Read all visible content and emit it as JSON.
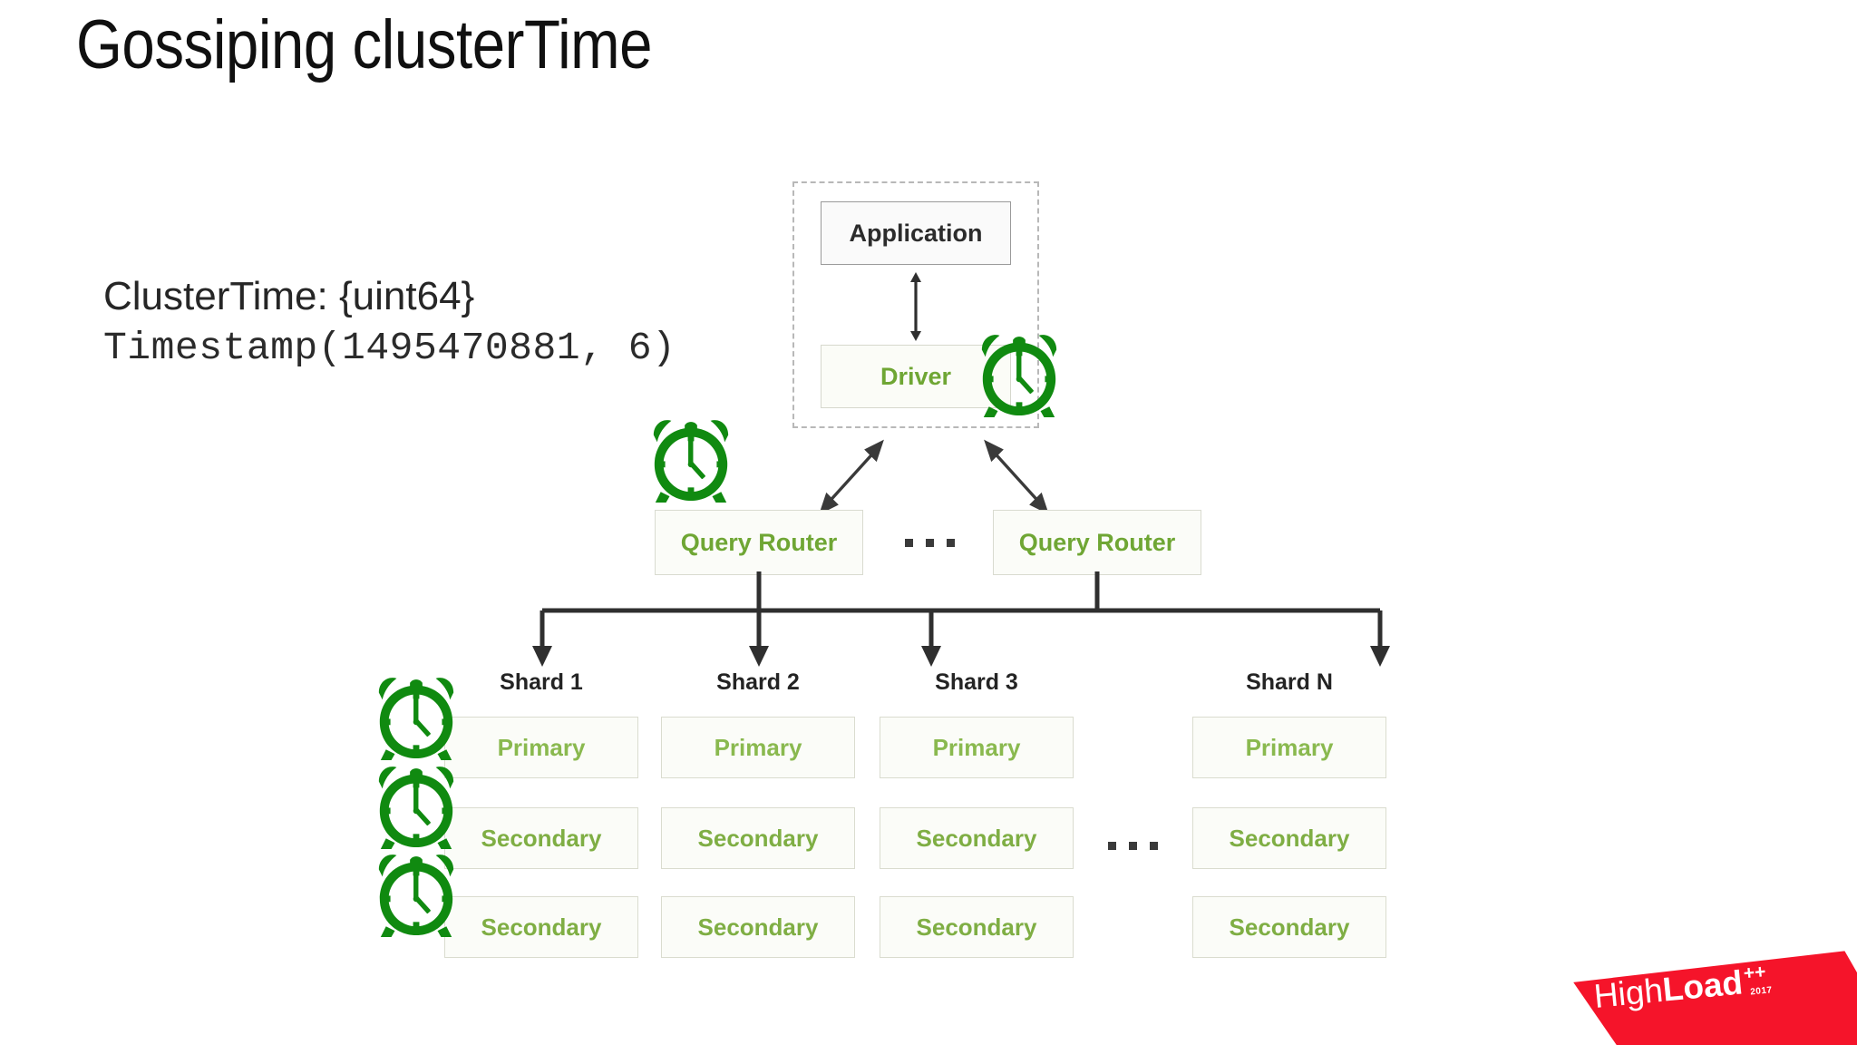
{
  "slide": {
    "title": "Gossiping clusterTime"
  },
  "caption": {
    "line1": "ClusterTime: {uint64}",
    "line2": "Timestamp(1495470881, 6)"
  },
  "diagram": {
    "application_label": "Application",
    "driver_label": "Driver",
    "query_router_left_label": "Query Router",
    "query_router_right_label": "Query Router",
    "router_ellipsis": "...",
    "shard_ellipsis": "...",
    "shards": [
      {
        "label": "Shard 1",
        "members": [
          "Primary",
          "Secondary",
          "Secondary"
        ]
      },
      {
        "label": "Shard 2",
        "members": [
          "Primary",
          "Secondary",
          "Secondary"
        ]
      },
      {
        "label": "Shard 3",
        "members": [
          "Primary",
          "Secondary",
          "Secondary"
        ]
      },
      {
        "label": "Shard N",
        "members": [
          "Primary",
          "Secondary",
          "Secondary"
        ]
      }
    ],
    "clock_icons": [
      {
        "name": "clock-icon-driver"
      },
      {
        "name": "clock-icon-query-router-left"
      },
      {
        "name": "clock-icon-shard1-primary"
      },
      {
        "name": "clock-icon-shard1-secondary-1"
      },
      {
        "name": "clock-icon-shard1-secondary-2"
      }
    ]
  },
  "logo": {
    "high": "High",
    "load": "Load",
    "plus": "++",
    "year": "2017"
  },
  "colors": {
    "clock_green": "#108a10",
    "node_green": "#6fa634",
    "member_green": "#7fae44",
    "primary_green": "#8ab94f",
    "title_black": "#101010",
    "brand_red": "#f5142a",
    "connector_dark": "#2f2f2f",
    "box_border": "#dadccf",
    "dashed_border": "#b8b8b8"
  }
}
